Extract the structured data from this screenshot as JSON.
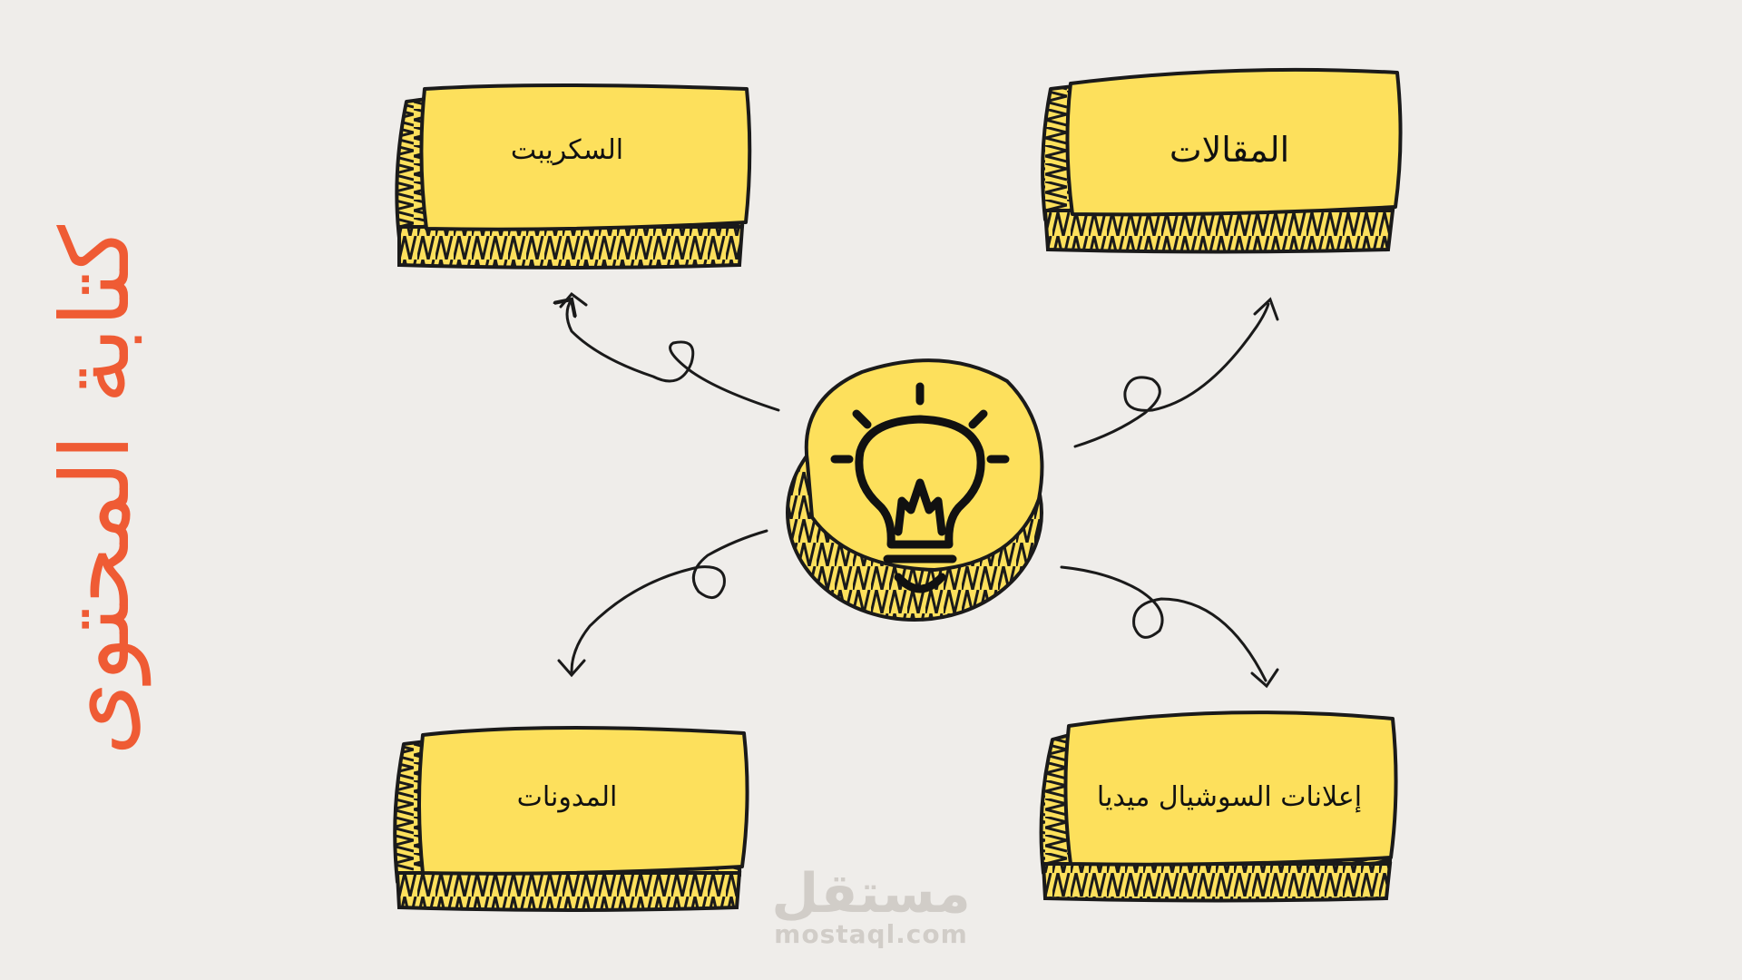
{
  "title": "كتابة المحتوى",
  "nodes": {
    "script": "السكريبت",
    "articles": "المقالات",
    "blogs": "المدونات",
    "social_ads": "إعلانات السوشيال ميديا"
  },
  "watermark": {
    "arabic": "مستقل",
    "url": "mostaql.com"
  },
  "central_icon": "lightbulb-icon",
  "colors": {
    "background": "#efedea",
    "card_fill": "#fde05c",
    "outline": "#1a1a1a",
    "title": "#ef5b34",
    "watermark": "#d0ccc7"
  }
}
